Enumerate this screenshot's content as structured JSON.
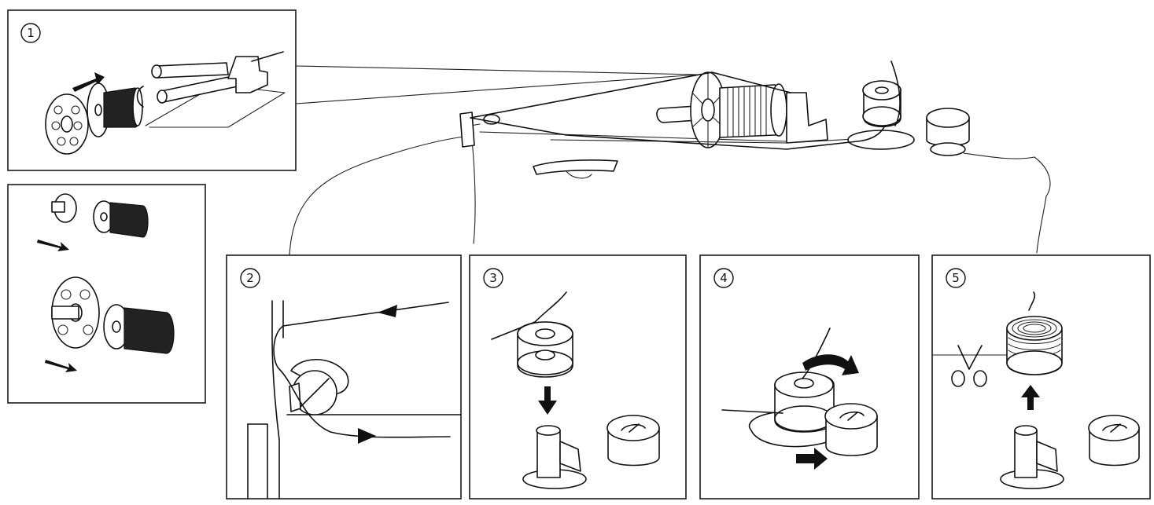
{
  "diagram": {
    "steps": [
      {
        "id": 1,
        "label": "1"
      },
      {
        "id": 2,
        "label": "2"
      },
      {
        "id": 3,
        "label": "3"
      },
      {
        "id": 4,
        "label": "4"
      },
      {
        "id": 5,
        "label": "5"
      }
    ],
    "colors": {
      "line": "#111111",
      "background": "#ffffff"
    }
  }
}
